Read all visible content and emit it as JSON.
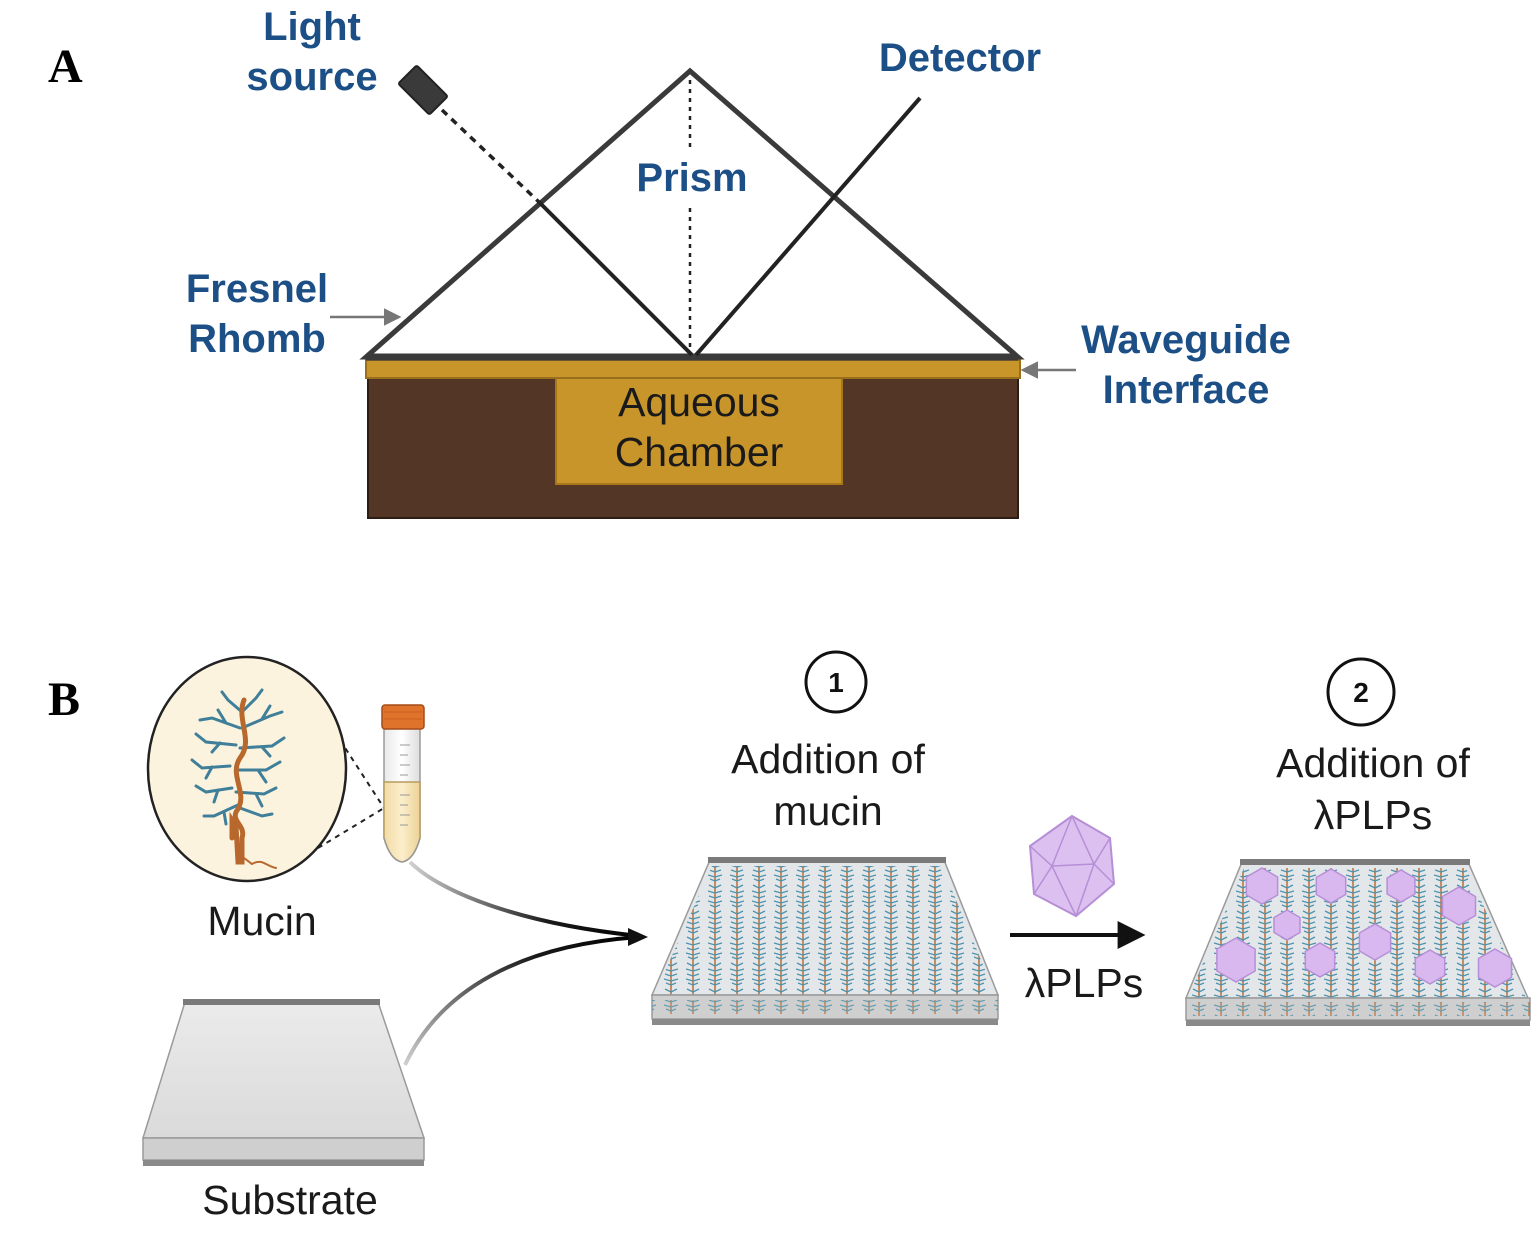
{
  "panel_a": {
    "letter": "A",
    "light_source_line1": "Light",
    "light_source_line2": "source",
    "detector": "Detector",
    "prism": "Prism",
    "fresnel_line1": "Fresnel",
    "fresnel_line2": "Rhomb",
    "waveguide_line1": "Waveguide",
    "waveguide_line2": "Interface",
    "chamber_line1": "Aqueous",
    "chamber_line2": "Chamber"
  },
  "panel_b": {
    "letter": "B",
    "mucin": "Mucin",
    "substrate": "Substrate",
    "step1_number": "1",
    "step1_line1": "Addition of",
    "step1_line2": "mucin",
    "step2_number": "2",
    "step2_line1": "Addition of",
    "step2_line2": "λPLPs",
    "arrow_label": "λPLPs"
  },
  "colors": {
    "label_blue": "#1c4f86",
    "chamber_gold": "#c8952a",
    "base_brown": "#533625",
    "prism_line": "#3a3a3a",
    "mucin_strand": "#b8682c",
    "mucin_branch": "#3f7f9a",
    "particle_purple": "#d9b8ef"
  }
}
